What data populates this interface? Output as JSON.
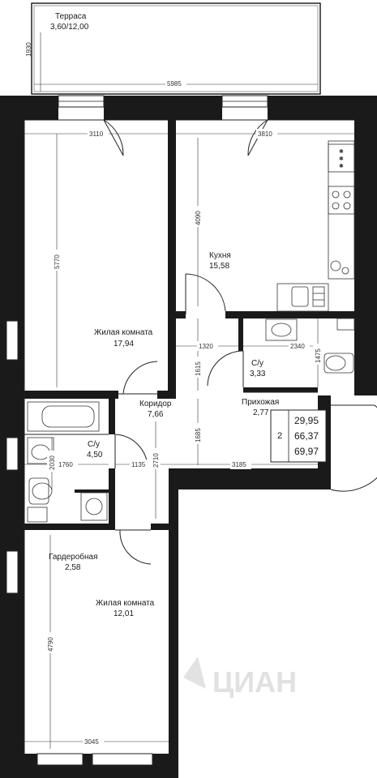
{
  "rooms": {
    "terrace": {
      "name": "Терраса",
      "area": "3,60/12,00"
    },
    "living1": {
      "name": "Жилая комната",
      "area": "17,94"
    },
    "kitchen": {
      "name": "Кухня",
      "area": "15,58"
    },
    "bath2": {
      "name": "С/у",
      "area": "3,33"
    },
    "corridor": {
      "name": "Коридор",
      "area": "7,66"
    },
    "hall": {
      "name": "Прихожая",
      "area": "2,77"
    },
    "bath1": {
      "name": "С/у",
      "area": "4,50"
    },
    "wardrobe": {
      "name": "Гардеробная",
      "area": "2,58"
    },
    "living2": {
      "name": "Жилая комната",
      "area": "12,01"
    }
  },
  "dimensions": {
    "terrace_height": "1930",
    "terrace_width": "5985",
    "living1_width": "3110",
    "kitchen_width": "3810",
    "kitchen_height": "4090",
    "living1_height": "5770",
    "corridor_w1": "1320",
    "bath2_width": "2340",
    "bath2_height": "1475",
    "corridor_h1": "1615",
    "corridor_h2": "1685",
    "bath1_height": "2030",
    "bath1_width": "1760",
    "corridor_w2": "1135",
    "corridor_h3": "2710",
    "hall_width": "3185",
    "living2_height": "4790",
    "living2_width": "3045"
  },
  "summary": {
    "rooms_count": "2",
    "living_area": "29,95",
    "total_area": "66,37",
    "total_area_with_terrace": "69,97"
  },
  "watermark": "ЦИАН"
}
